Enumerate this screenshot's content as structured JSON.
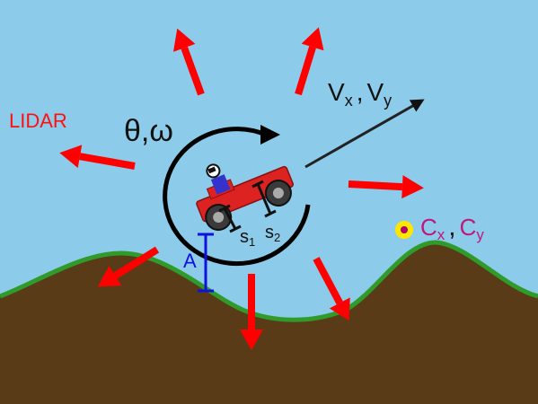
{
  "labels": {
    "lidar": "LIDAR",
    "theta_omega": "θ,ω",
    "v_main": "V",
    "v_x_sub": "x",
    "v_sep": ",",
    "v_y_sub": "y",
    "c_main": "C",
    "c_x_sub": "x",
    "c_sep": ",",
    "c_y_sub": "y",
    "a": "A",
    "s_main": "s",
    "s1_sub": "1",
    "s2_sub": "2"
  },
  "colors": {
    "sky": "#8ccbe9",
    "ground": "#5a3b18",
    "grass": "#2f9b2a",
    "lidar_arrow": "#ff0000",
    "velocity_arrow": "#222222",
    "rotation_arrow": "#000000",
    "height_marker": "#1111dd",
    "car_body": "#dd2222",
    "driver": "#3333cc",
    "wheel": "#3a3a3a",
    "checkpoint_outer": "#ffe600",
    "checkpoint_inner": "#b0006a",
    "label_red": "#ff1010",
    "label_magenta": "#c0187a"
  }
}
